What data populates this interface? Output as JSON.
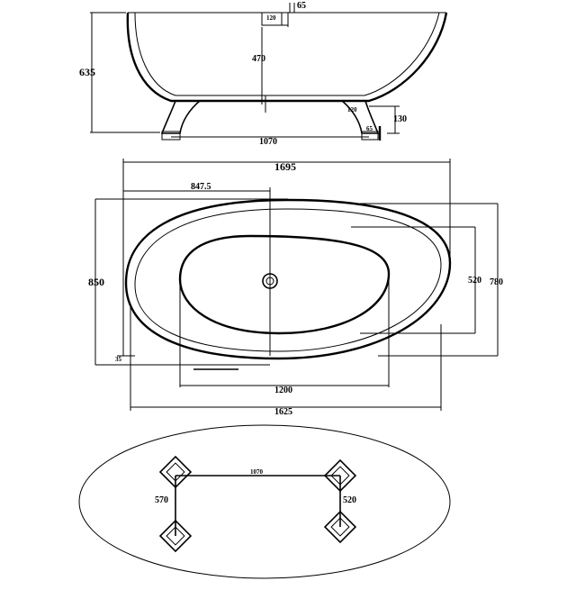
{
  "side_view": {
    "height_total": "635",
    "depth_inner": "470",
    "rim_width": "65",
    "overflow_size": "120",
    "foot_height": "130",
    "foot_width": "120",
    "foot_base": "65",
    "foot_spacing": "1070"
  },
  "top_view": {
    "length_outer": "1695",
    "waste_offset": "847.5",
    "width_outer": "850",
    "width_rim": "780",
    "width_inner": "520",
    "wall_offset": "35",
    "length_inner": "1200",
    "length_base": "1625"
  },
  "base_view": {
    "foot_spacing_length": "1070",
    "foot_spacing_left": "570",
    "foot_spacing_right": "520"
  },
  "colors": {
    "line": "#000000",
    "background": "#ffffff"
  }
}
